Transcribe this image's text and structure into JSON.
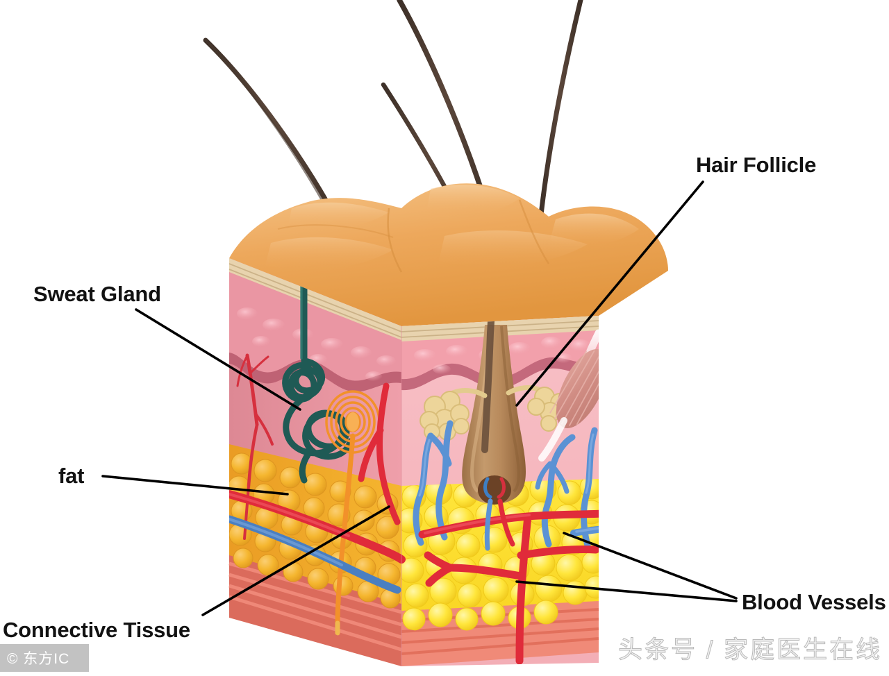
{
  "diagram": {
    "title": "Cross-section of human skin anatomy",
    "labels": [
      {
        "id": "sweat-gland",
        "text": "Sweat Gland"
      },
      {
        "id": "hair-follicle",
        "text": "Hair Follicle"
      },
      {
        "id": "fat",
        "text": "fat"
      },
      {
        "id": "connective",
        "text": "Connective Tissue"
      },
      {
        "id": "blood-vessels",
        "text": "Blood Vessels"
      }
    ],
    "watermarks": {
      "left": "© 东方IC",
      "right": "头条号 / 家庭医生在线"
    },
    "colors": {
      "epidermis_surface": "#e8a14f",
      "epidermis_surface_light": "#f3bd7a",
      "stratum_layers": "#e8d3ae",
      "papillary_pink": "#f2a0ab",
      "papillary_dark": "#c4697c",
      "dermis_front": "#f6b9c0",
      "dermis_side": "#e8919c",
      "fat_front": "#fbdb2a",
      "fat_side": "#f0a82c",
      "muscle_base": "#f08a78",
      "muscle_base_side": "#db6b5c",
      "artery_red": "#e02b3a",
      "vein_blue": "#5b92d4",
      "hair_brown": "#4a3a30",
      "follicle_brown": "#b58a5e",
      "sweat_gland_teal": "#1f5a55",
      "pacinian_orange": "#f2912a",
      "sebaceous_cream": "#edd59a",
      "arrector_muscle": "#d98f87",
      "leader_line": "#000000",
      "label_text": "#121212"
    },
    "structures": [
      "hair shafts",
      "epidermis",
      "papillary dermis",
      "dermis",
      "sweat gland duct and coil",
      "pacinian corpuscle",
      "hair follicle with bulb",
      "sebaceous glands",
      "arrector pili muscle",
      "subcutaneous fat",
      "arteries",
      "veins",
      "connective tissue layer"
    ]
  }
}
